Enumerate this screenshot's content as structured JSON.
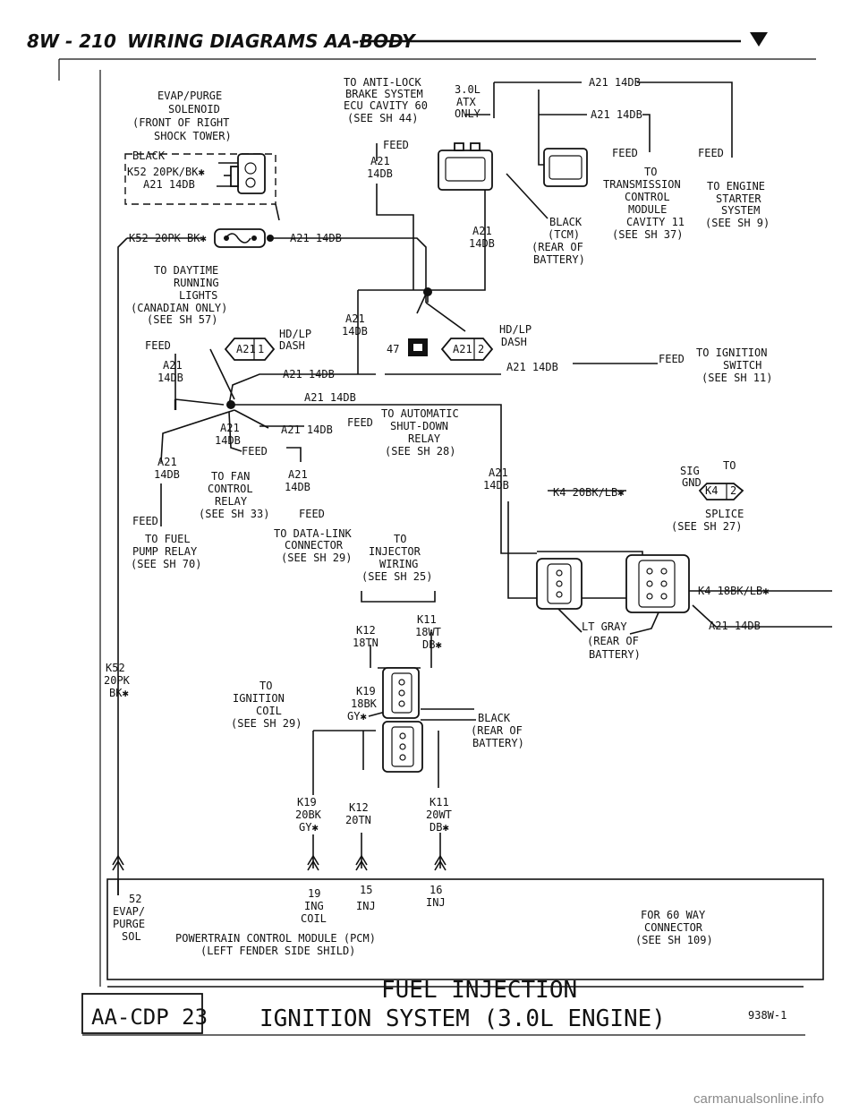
{
  "header": {
    "page": "8W - 210",
    "section": "WIRING DIAGRAMS AA-BODY"
  },
  "labels": {
    "evap_solenoid": [
      "EVAP/PURGE",
      "SOLENOID",
      "(FRONT OF RIGHT",
      "SHOCK TOWER)"
    ],
    "black_top": "BLACK",
    "k52_20pk_bk_star": "K52 20PK/BK✱",
    "a21_14db_solenoid": "A21 14DB",
    "k52_20pk_bk": "K52 20PK BK✱",
    "a21_14db_inline": "A21 14DB",
    "abs_ecu": [
      "TO ANTI-LOCK",
      "BRAKE SYSTEM",
      "ECU CAVITY 60",
      "(SEE SH 44)"
    ],
    "feed_abs": "FEED",
    "a21_14db_abs": [
      "A21",
      "14DB"
    ],
    "engine_3ol": [
      "3.0L",
      "ATX",
      "ONLY"
    ],
    "a21_14db_top_right": "A21 14DB",
    "a21_14db_tcm_inner": "A21 14DB",
    "feed_tcm": "FEED",
    "feed_starter": "FEED",
    "tcm": [
      "TO",
      "TRANSMISSION",
      "CONTROL",
      "MODULE",
      "CAVITY 11",
      "(SEE SH 37)"
    ],
    "starter": [
      "TO ENGINE",
      "STARTER",
      "SYSTEM",
      "(SEE SH 9)"
    ],
    "black_tcm": [
      "BLACK",
      "(TCM)",
      "(REAR OF",
      "BATTERY)"
    ],
    "a21_14db_tcm_drop": [
      "A21",
      "14DB"
    ],
    "drl": [
      "TO DAYTIME",
      "RUNNING",
      "LIGHTS",
      "(CANADIAN ONLY)",
      "(SEE SH 57)"
    ],
    "feed_drl": "FEED",
    "a21_14db_drl": [
      "A21",
      "14DB"
    ],
    "a21_14db_mid": [
      "A21",
      "14DB"
    ],
    "hd_lp_dash_1": [
      "HD/LP",
      "DASH"
    ],
    "hd_lp_dash_2": [
      "HD/LP",
      "DASH"
    ],
    "conn_a21_1": "A21",
    "conn_1": "1",
    "conn_a21_2": "A21",
    "conn_2": "2",
    "splice_47": "47",
    "a21_14db_center": "A21 14DB",
    "a21_14db_long": "A21 14DB",
    "feed_ign": "FEED",
    "ignition_switch": [
      "TO IGNITION",
      "SWITCH",
      "(SEE SH 11)"
    ],
    "a21_14db_bus": "A21 14DB",
    "a21_14db_asd": "A21 14DB",
    "feed_asd": "FEED",
    "asd_relay": [
      "TO AUTOMATIC",
      "SHUT-DOWN",
      "RELAY",
      "(SEE SH 28)"
    ],
    "a21_14db_fan_drop": [
      "A21",
      "14DB"
    ],
    "a21_14db_left": [
      "A21",
      "14DB"
    ],
    "feed_fan": "FEED",
    "fan_relay": [
      "TO FAN",
      "CONTROL",
      "RELAY",
      "(SEE SH 33)"
    ],
    "a21_14db_dl": [
      "A21",
      "14DB"
    ],
    "feed_dl": "FEED",
    "feed_fuel": "FEED",
    "fuel_pump": [
      "TO FUEL",
      "PUMP RELAY",
      "(SEE SH 70)"
    ],
    "data_link": [
      "TO DATA-LINK",
      "CONNECTOR",
      "(SEE SH 29)"
    ],
    "injector": [
      "TO",
      "INJECTOR",
      "WIRING",
      "(SEE SH 25)"
    ],
    "a21_14db_right_drop": [
      "A21",
      "14DB"
    ],
    "sig_gnd": [
      "SIG",
      "GND"
    ],
    "to_k4": "TO",
    "k4_label": "K4",
    "k4_pin": "2",
    "k4_20bk": "K4 20BK/LB✱",
    "splice_k4": [
      "SPLICE",
      "(SEE SH 27)"
    ],
    "k4_18bk": "K4 18BK/LB✱",
    "a21_14db_br": "A21 14DB",
    "lt_gray": [
      "LT GRAY",
      "(REAR OF",
      "BATTERY)"
    ],
    "k12_top": [
      "K12",
      "18TN"
    ],
    "k11_top": [
      "K11",
      "18WT",
      "DB✱"
    ],
    "k52_left": [
      "K52",
      "20PK",
      "BK✱"
    ],
    "coil_left": [
      "TO",
      "IGNITION",
      "COIL",
      "(SEE SH 29)"
    ],
    "k19_top": [
      "K19",
      "18BK",
      "GY✱"
    ],
    "black_mid": [
      "BLACK",
      "(REAR OF",
      "BATTERY)"
    ],
    "k19_bot": [
      "K19",
      "20BK",
      "GY✱"
    ],
    "k12_bot": [
      "K12",
      "20TN"
    ],
    "k11_bot": [
      "K11",
      "20WT",
      "DB✱"
    ],
    "pcm_cavities": [
      [
        "52",
        "EVAP/",
        "PURGE",
        "SOL"
      ],
      [
        "19",
        "ING",
        "COIL"
      ],
      [
        "15",
        "INJ"
      ],
      [
        "16",
        "INJ"
      ]
    ],
    "pcm_name": [
      "POWERTRAIN CONTROL MODULE (PCM)",
      "(LEFT FENDER SIDE SHILD)"
    ],
    "pcm_60way": [
      "FOR 60 WAY",
      "CONNECTOR",
      "(SEE SH 109)"
    ]
  },
  "footer": {
    "code_box": "AA-CDP 23",
    "title_1": "FUEL INJECTION",
    "title_2": "IGNITION SYSTEM (3.0L ENGINE)",
    "fig_no": "938W-1"
  },
  "watermark": "carmanualsonline.info"
}
